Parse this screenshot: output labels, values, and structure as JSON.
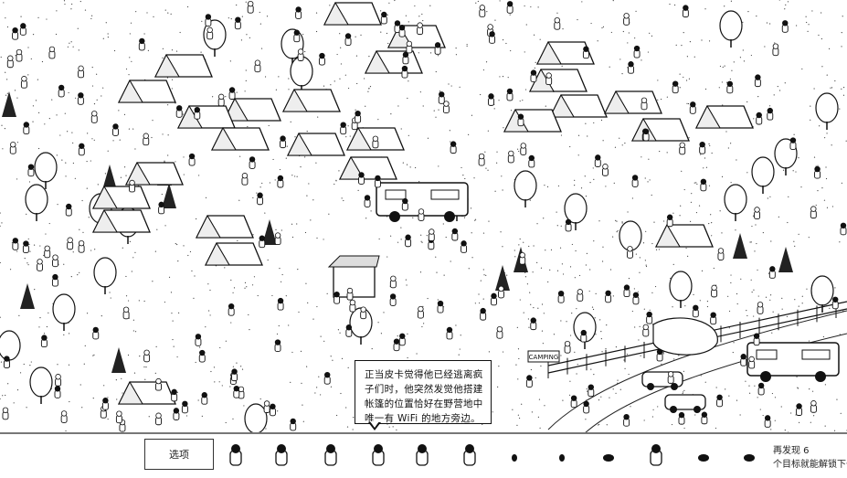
{
  "story_bubble": {
    "text_lines": [
      "正当皮卡觉得他已经逃离疯",
      "子们时，他突然发觉他搭建",
      "帐篷的位置恰好在野营地中",
      "唯一有 WiFi 的地方旁边。"
    ]
  },
  "scene_signs": {
    "camping_sign": "CAMPING"
  },
  "bottom_bar": {
    "options_label": "选项",
    "targets": [
      {
        "name": "target-backpacker"
      },
      {
        "name": "target-waving-girl"
      },
      {
        "name": "target-hiker"
      },
      {
        "name": "target-sleeping-person"
      },
      {
        "name": "target-rabbit"
      },
      {
        "name": "target-bat"
      },
      {
        "name": "target-feather"
      },
      {
        "name": "target-small-item"
      },
      {
        "name": "target-bird"
      },
      {
        "name": "target-dog"
      },
      {
        "name": "target-fish"
      },
      {
        "name": "target-leaf"
      }
    ],
    "hint_line1": "再发现 6",
    "hint_line2": "个目标就能解锁下一"
  }
}
